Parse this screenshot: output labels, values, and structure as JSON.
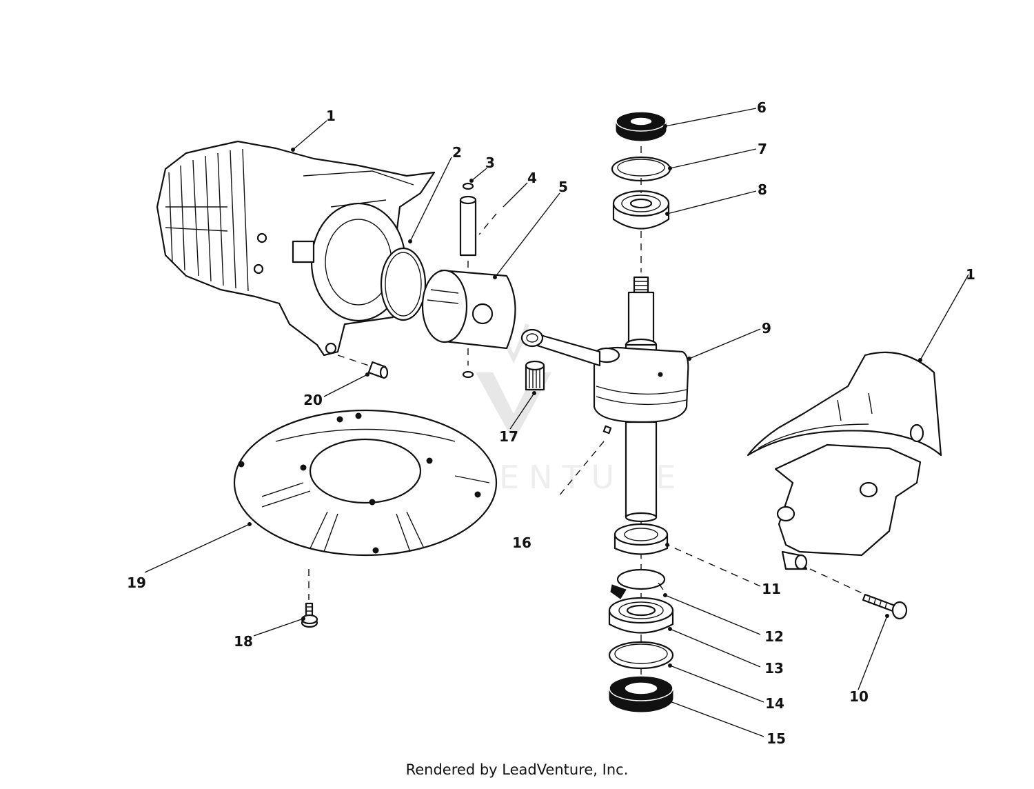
{
  "watermark": {
    "text": "LEADVENTURE",
    "logo": "leadventure-v-logo"
  },
  "footer": {
    "credit": "Rendered by LeadVenture, Inc."
  },
  "callouts": [
    {
      "id": "c1a",
      "number": "1",
      "part": "crankcase-cylinder"
    },
    {
      "id": "c2",
      "number": "2",
      "part": "piston-ring"
    },
    {
      "id": "c3",
      "number": "3",
      "part": "retaining-ring"
    },
    {
      "id": "c4",
      "number": "4",
      "part": "wrist-pin"
    },
    {
      "id": "c5",
      "number": "5",
      "part": "piston"
    },
    {
      "id": "c6",
      "number": "6",
      "part": "seal"
    },
    {
      "id": "c7",
      "number": "7",
      "part": "retaining-ring"
    },
    {
      "id": "c8",
      "number": "8",
      "part": "ball-bearing"
    },
    {
      "id": "c9",
      "number": "9",
      "part": "crankshaft-connecting-rod"
    },
    {
      "id": "c1b",
      "number": "1",
      "part": "crankcase-cover"
    },
    {
      "id": "c10",
      "number": "10",
      "part": "screw"
    },
    {
      "id": "c11",
      "number": "11",
      "part": "bearing-retainer"
    },
    {
      "id": "c12",
      "number": "12",
      "part": "spring-clip"
    },
    {
      "id": "c13",
      "number": "13",
      "part": "ball-bearing"
    },
    {
      "id": "c14",
      "number": "14",
      "part": "retaining-ring"
    },
    {
      "id": "c15",
      "number": "15",
      "part": "seal"
    },
    {
      "id": "c16",
      "number": "16",
      "part": "key"
    },
    {
      "id": "c17",
      "number": "17",
      "part": "needle-bearing"
    },
    {
      "id": "c18",
      "number": "18",
      "part": "screw"
    },
    {
      "id": "c19",
      "number": "19",
      "part": "deck-gasket-plate"
    },
    {
      "id": "c20",
      "number": "20",
      "part": "dowel-pin"
    }
  ]
}
